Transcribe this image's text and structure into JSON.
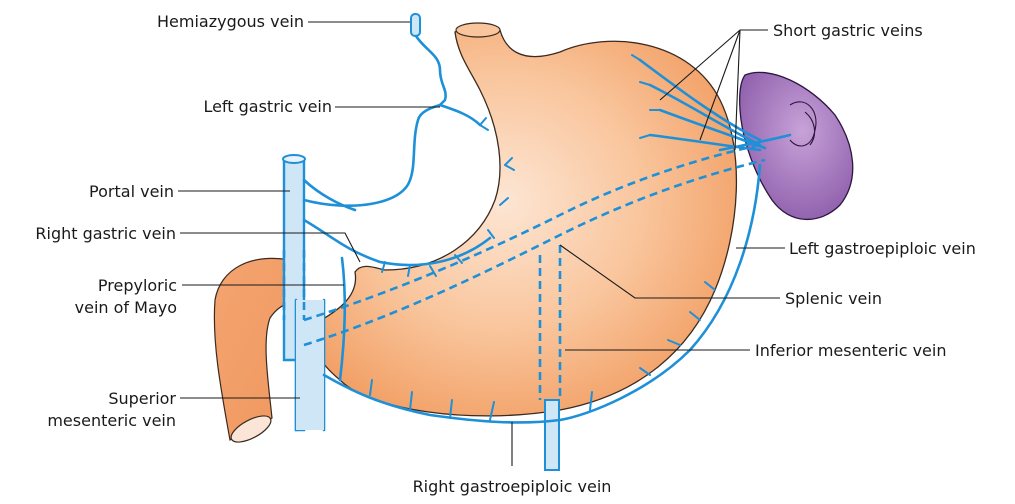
{
  "labels": {
    "hemiazygous": "Hemiazygous vein",
    "left_gastric": "Left gastric vein",
    "portal": "Portal vein",
    "right_gastric": "Right gastric vein",
    "prepyloric_1": "Prepyloric",
    "prepyloric_2": "vein of Mayo",
    "superior_mes_1": "Superior",
    "superior_mes_2": "mesenteric vein",
    "short_gastric": "Short gastric veins",
    "left_gastroepiploic": "Left gastroepiploic vein",
    "splenic": "Splenic vein",
    "inferior_mes": "Inferior mesenteric vein",
    "right_gastroepiploic": "Right gastroepiploic vein"
  },
  "colors": {
    "vein": "#1e90d8",
    "vein_fill": "#cfe6f7",
    "stomach_light": "#fde3cf",
    "stomach_dark": "#f5a870",
    "spleen": "#9b6cb7",
    "spleen_outline": "#2d1640"
  }
}
